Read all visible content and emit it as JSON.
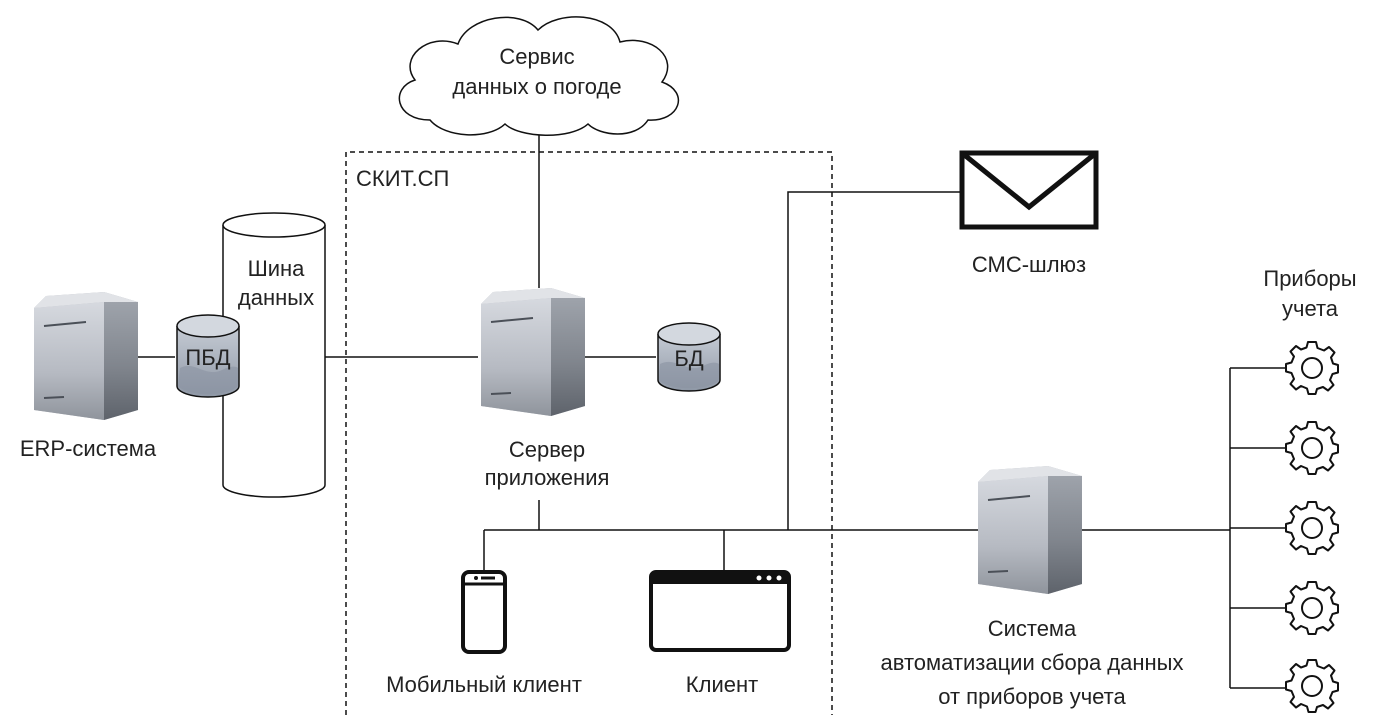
{
  "nodes": {
    "weather": {
      "line1": "Сервис",
      "line2": "данных о погоде"
    },
    "boundary": {
      "label": "СКИТ.СП"
    },
    "bus": {
      "line1": "Шина",
      "line2": "данных"
    },
    "pbd": {
      "label": "ПБД"
    },
    "erp": {
      "label": "ERP-система"
    },
    "app_server": {
      "line1": "Сервер",
      "line2": "приложения"
    },
    "db": {
      "label": "БД"
    },
    "sms": {
      "label": "СМС-шлюз"
    },
    "meters": {
      "line1": "Приборы",
      "line2": "учета",
      "count": 5
    },
    "ascd": {
      "line1": "Система",
      "line2": "автоматизации сбора данных",
      "line3": "от приборов учета"
    },
    "mobile": {
      "label": "Мобильный клиент"
    },
    "client": {
      "label": "Клиент"
    }
  },
  "colors": {
    "line": "#111111",
    "server_light": "#c7cbd3",
    "server_mid": "#a9adb5",
    "server_dark": "#6e737b",
    "db_fill": "#a8b0bd"
  },
  "icons": [
    "cloud-icon",
    "server-icon",
    "database-icon",
    "envelope-icon",
    "gear-icon",
    "smartphone-icon",
    "browser-window-icon"
  ]
}
